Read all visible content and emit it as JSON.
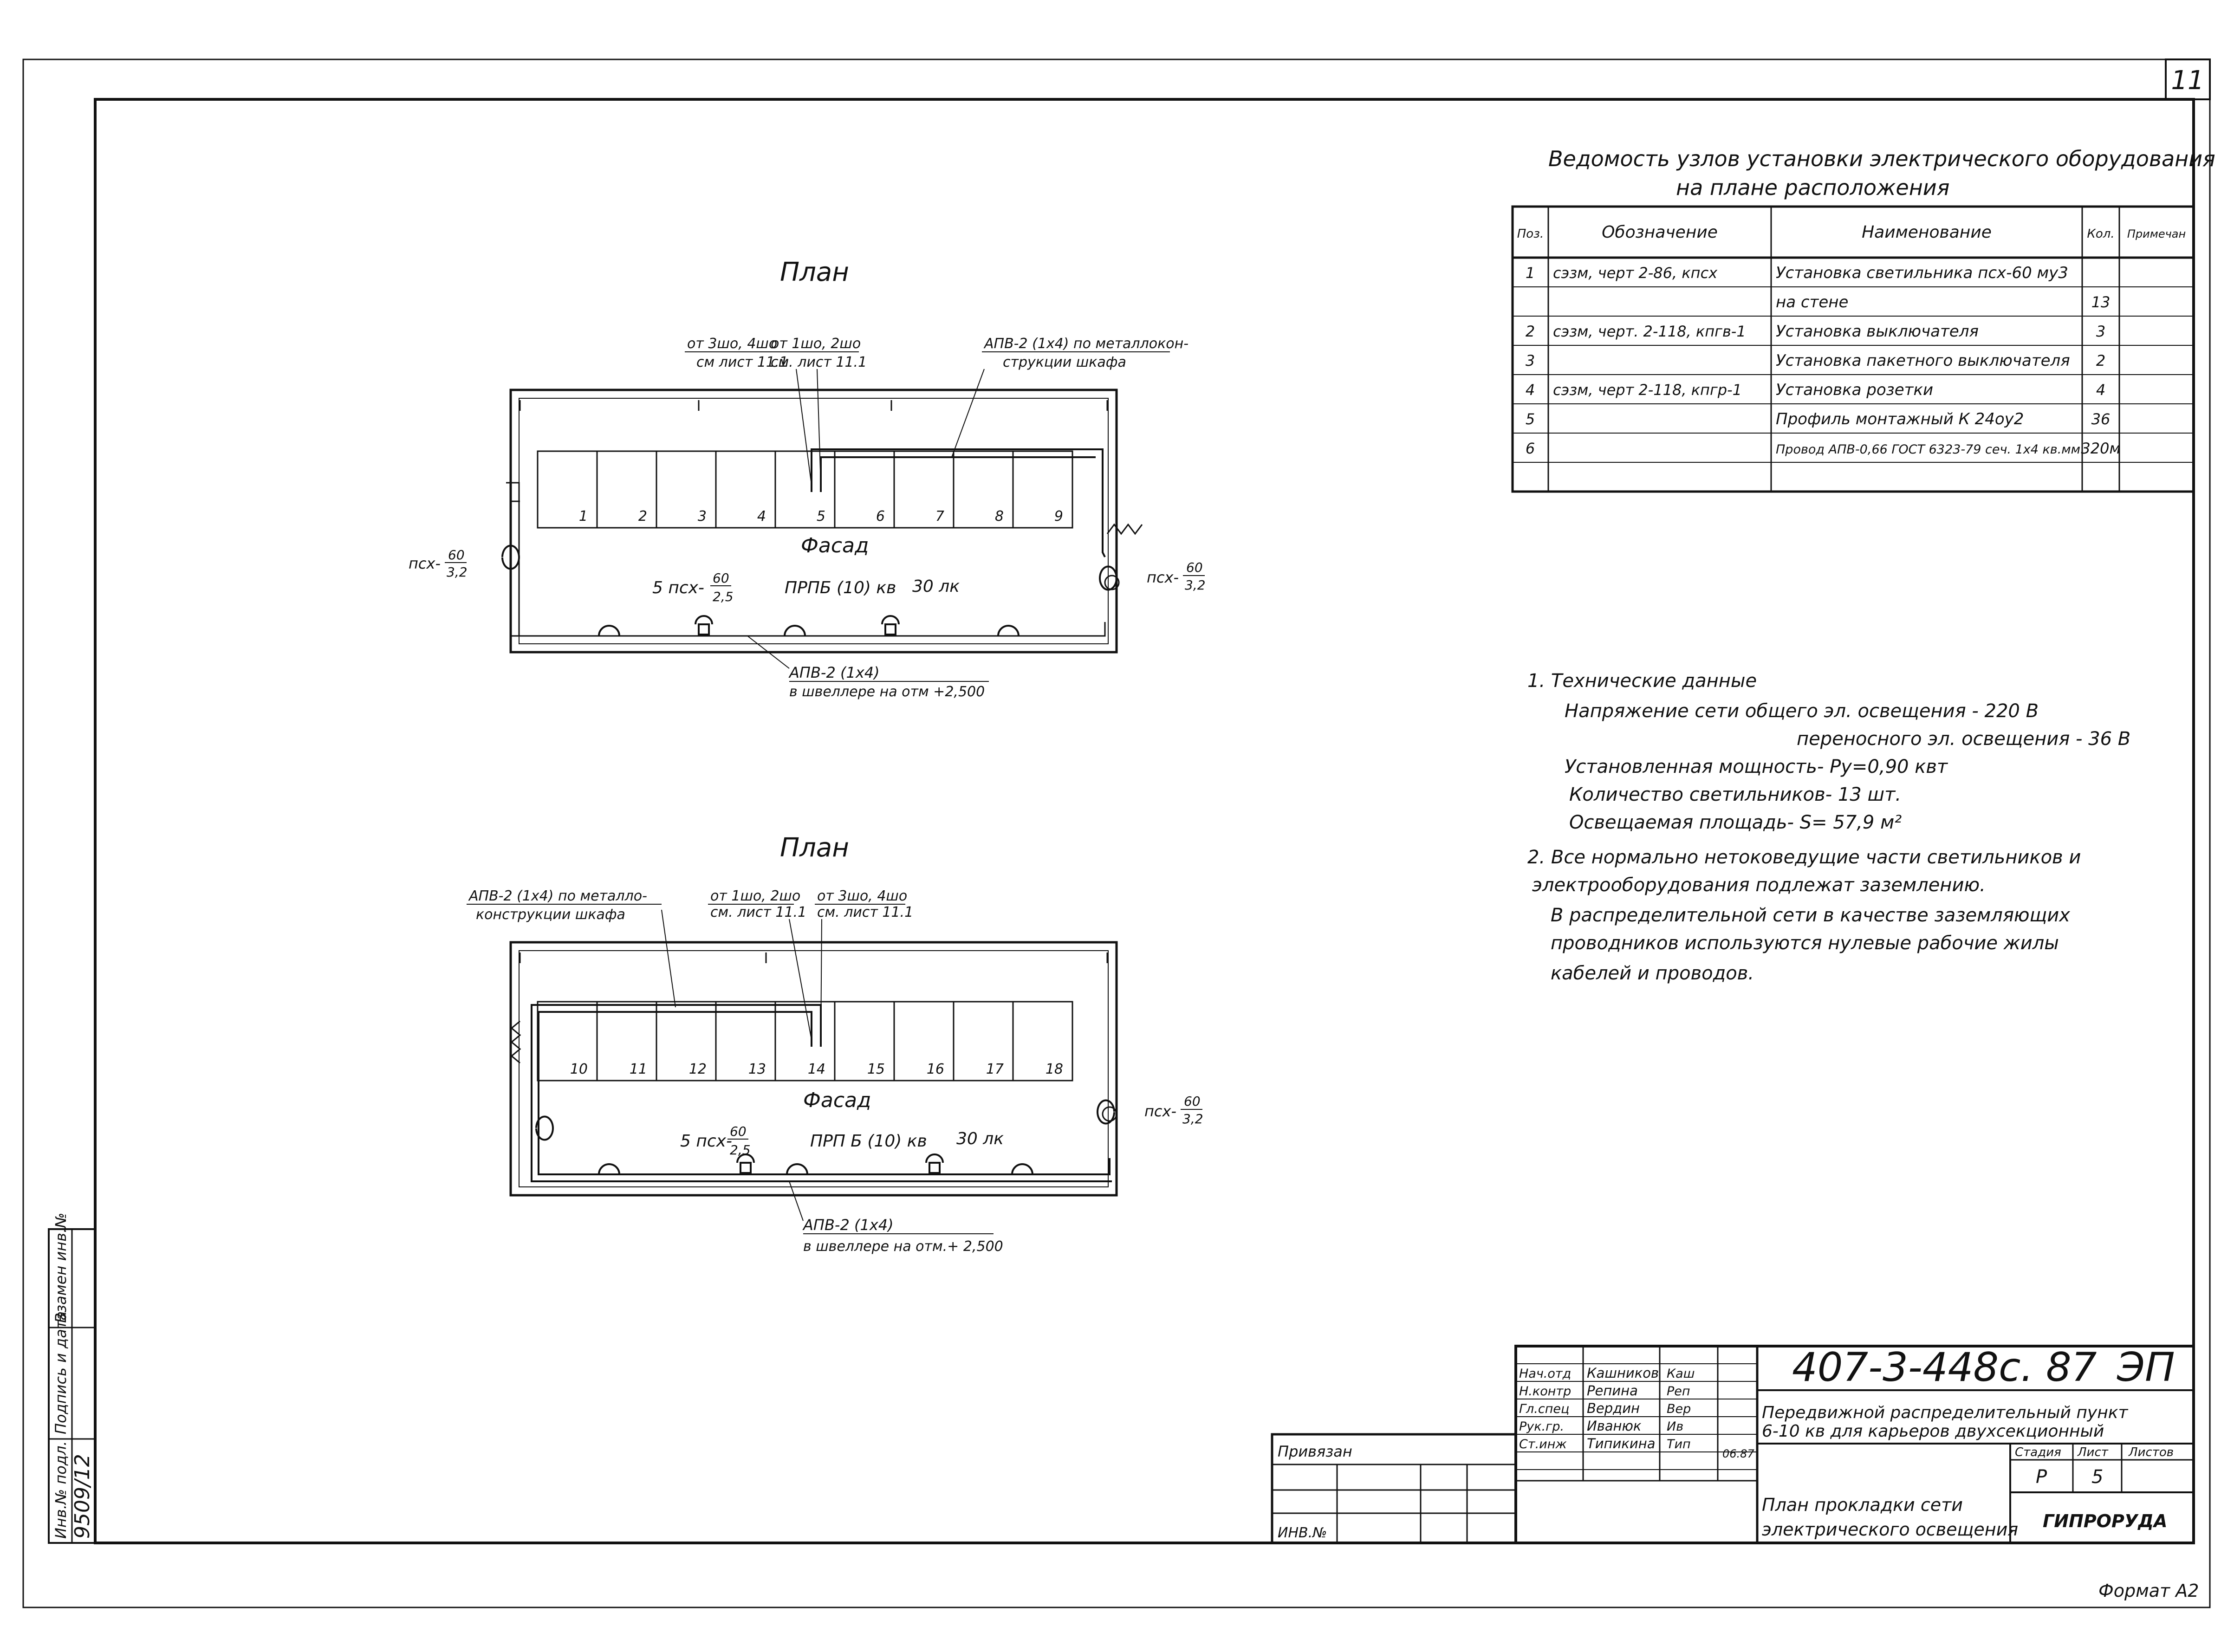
{
  "sheet_number": "11",
  "format": "Формат А2",
  "schedule": {
    "title_line1": "Ведомость узлов установки электрического оборудования",
    "title_line2": "на плане расположения",
    "headers": [
      "Поз.",
      "Обозначение",
      "Наименование",
      "Кол.",
      "Примечан"
    ],
    "rows": [
      {
        "pos": "1",
        "code": "сэзм, черт 2-86, кпсх",
        "name": "Установка светильника псх-60 му3",
        "qty": "",
        "note": ""
      },
      {
        "pos": "",
        "code": "",
        "name": "на стене",
        "qty": "13",
        "note": ""
      },
      {
        "pos": "2",
        "code": "сэзм, черт. 2-118, кпгв-1",
        "name": "Установка выключателя",
        "qty": "3",
        "note": ""
      },
      {
        "pos": "3",
        "code": "",
        "name": "Установка пакетного выключателя",
        "qty": "2",
        "note": ""
      },
      {
        "pos": "4",
        "code": "сэзм, черт 2-118, кпгр-1",
        "name": "Установка розетки",
        "qty": "4",
        "note": ""
      },
      {
        "pos": "5",
        "code": "",
        "name": "Профиль монтажный К 24оу2",
        "qty": "36",
        "note": ""
      },
      {
        "pos": "6",
        "code": "",
        "name": "Провод АПВ-0,66 ГОСТ 6323-79 сеч. 1х4 кв.мм",
        "qty": "320м",
        "note": ""
      },
      {
        "pos": "",
        "code": "",
        "name": "",
        "qty": "",
        "note": ""
      }
    ]
  },
  "notes": [
    "1. Технические данные",
    "Напряжение сети общего эл. освещения - 220 В",
    "переносного эл. освещения - 36 В",
    "Установленная мощность- Ру=0,90 квт",
    "Количество светильников- 13 шт.",
    "Освещаемая площадь- S= 57,9 м²",
    "2. Все нормально нетоковедущие части светильников и",
    "электрооборудования подлежат заземлению.",
    "В распределительной сети в качестве заземляющих",
    "проводников используются нулевые рабочие жилы",
    "кабелей и проводов."
  ],
  "plan1": {
    "title": "План",
    "cells": [
      "1",
      "2",
      "3",
      "4",
      "5",
      "6",
      "7",
      "8",
      "9"
    ],
    "facade": "Фасад",
    "lamp_left": "псх-",
    "lamp_left_num": "60",
    "lamp_left_den": "3,2",
    "lamp_right": "псх-",
    "lamp_right_num": "60",
    "lamp_right_den": "3,2",
    "lamp_center": "5 псх-",
    "lamp_center_num": "60",
    "lamp_center_den": "2,5",
    "center_label": "ПРПБ (10) кв",
    "lux": "30 лк",
    "ref_a1": "от 3шо, 4шо",
    "ref_a2": "см лист 11.1",
    "ref_b1": "от 1шо, 2шо",
    "ref_b2": "см. лист 11.1",
    "wire_top1": "АПВ-2 (1х4) по металлокон-",
    "wire_top2": "струкции шкафа",
    "wire_bot1": "АПВ-2 (1х4)",
    "wire_bot2": "в швеллере на отм +2,500"
  },
  "plan2": {
    "title": "План",
    "cells": [
      "10",
      "11",
      "12",
      "13",
      "14",
      "15",
      "16",
      "17",
      "18"
    ],
    "facade": "Фасад",
    "lamp_right": "псх-",
    "lamp_right_num": "60",
    "lamp_right_den": "3,2",
    "lamp_center": "5 псх-",
    "lamp_center_num": "60",
    "lamp_center_den": "2,5",
    "center_label": "ПРП Б (10) кв",
    "lux": "30 лк",
    "ref_a1": "от 1шо, 2шо",
    "ref_a2": "см. лист 11.1",
    "ref_b1": "от 3шо, 4шо",
    "ref_b2": "см. лист 11.1",
    "wire_top1": "АПВ-2 (1х4) по металло-",
    "wire_top2": "конструкции шкафа",
    "wire_bot1": "АПВ-2 (1х4)",
    "wire_bot2": "в швеллере на отм.+ 2,500"
  },
  "side_stamp": {
    "inv_podl": "Инв.№ подл.",
    "podpis_data": "Подпись и дата",
    "vzamen": "Взамен инв.№",
    "inv_number": "9509/12"
  },
  "titleblock": {
    "privyazan": "Привязан",
    "inv_no": "ИНВ.№",
    "doc_code": "407-3-448с. 87",
    "doc_mark": "ЭП",
    "project_line1": "Передвижной распределительный пункт",
    "project_line2": "6-10 кв для карьеров двухсекционный",
    "sheet_title1": "План прокладки сети",
    "sheet_title2": "электрического освещения",
    "stage_label": "Стадия",
    "sheet_label": "Лист",
    "sheets_label": "Листов",
    "stage": "Р",
    "sheet": "5",
    "org": "ГИПРОРУДА",
    "date": "06.87",
    "roles": [
      {
        "role": "Нач.отд",
        "name": "Кашников",
        "sign": "Каш"
      },
      {
        "role": "Н.контр",
        "name": "Репина",
        "sign": "Реп"
      },
      {
        "role": "Гл.спец",
        "name": "Вердин",
        "sign": "Вер"
      },
      {
        "role": "Рук.гр.",
        "name": "Иванюк",
        "sign": "Ив"
      },
      {
        "role": "Ст.инж",
        "name": "Типикина",
        "sign": "Тип"
      }
    ]
  }
}
